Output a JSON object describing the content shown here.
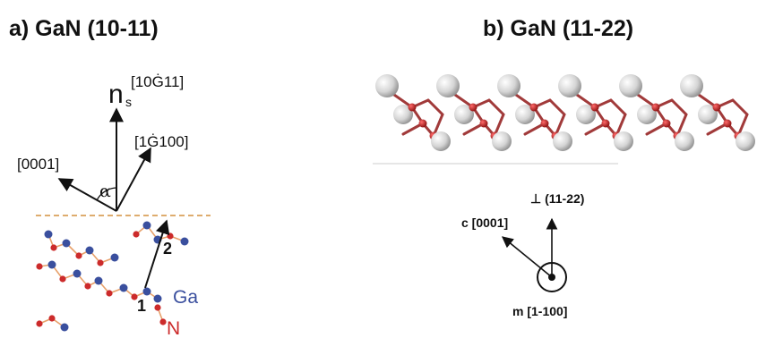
{
  "panel_a": {
    "title": "a)  GaN (10-11)",
    "normal_symbol": "n",
    "normal_subscript": "s",
    "normal_direction": "[10Ġ11]",
    "in_plane_direction": "[1Ġ100]",
    "c_direction": "[0001]",
    "angle_symbol": "α",
    "step_1": "1",
    "step_2": "2",
    "ga_label": "Ga",
    "n_label": "N",
    "colors": {
      "ga_atom": "#3a4f9e",
      "n_atom": "#cc2b2b",
      "n_label": "#cc2b2b",
      "ga_label": "#3a4f9e",
      "bond": "#e7a06a",
      "surface_line": "#d9a15a"
    }
  },
  "panel_b": {
    "title": "b) GaN (11-22)",
    "perp_label": "⊥ (11-22)",
    "c_label": "c [0001]",
    "m_label": "m [1-100]",
    "colors": {
      "ga_atom": "#d4d4d4",
      "n_atom": "#b01818",
      "bond": "#a13a3a"
    }
  }
}
